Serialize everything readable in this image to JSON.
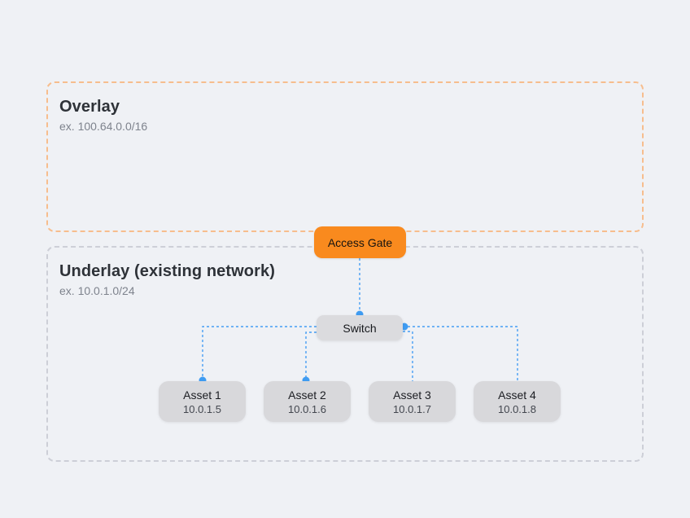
{
  "regions": {
    "overlay": {
      "title": "Overlay",
      "subtitle": "ex. 100.64.0.0/16"
    },
    "underlay": {
      "title": "Underlay (existing network)",
      "subtitle": "ex. 10.0.1.0/24"
    }
  },
  "nodes": {
    "access_gate": {
      "label": "Access Gate"
    },
    "switch": {
      "label": "Switch"
    },
    "assets": [
      {
        "name": "Asset 1",
        "ip": "10.0.1.5"
      },
      {
        "name": "Asset 2",
        "ip": "10.0.1.6"
      },
      {
        "name": "Asset 3",
        "ip": "10.0.1.7"
      },
      {
        "name": "Asset 4",
        "ip": "10.0.1.8"
      }
    ]
  },
  "colors": {
    "background": "#eff1f5",
    "accent_orange": "#f98a1e",
    "overlay_border_orange": "#f7bd8d",
    "underlay_border_gray": "#cdcfd7",
    "node_gray": "#d8d8db",
    "link_blue": "#459ef3"
  }
}
